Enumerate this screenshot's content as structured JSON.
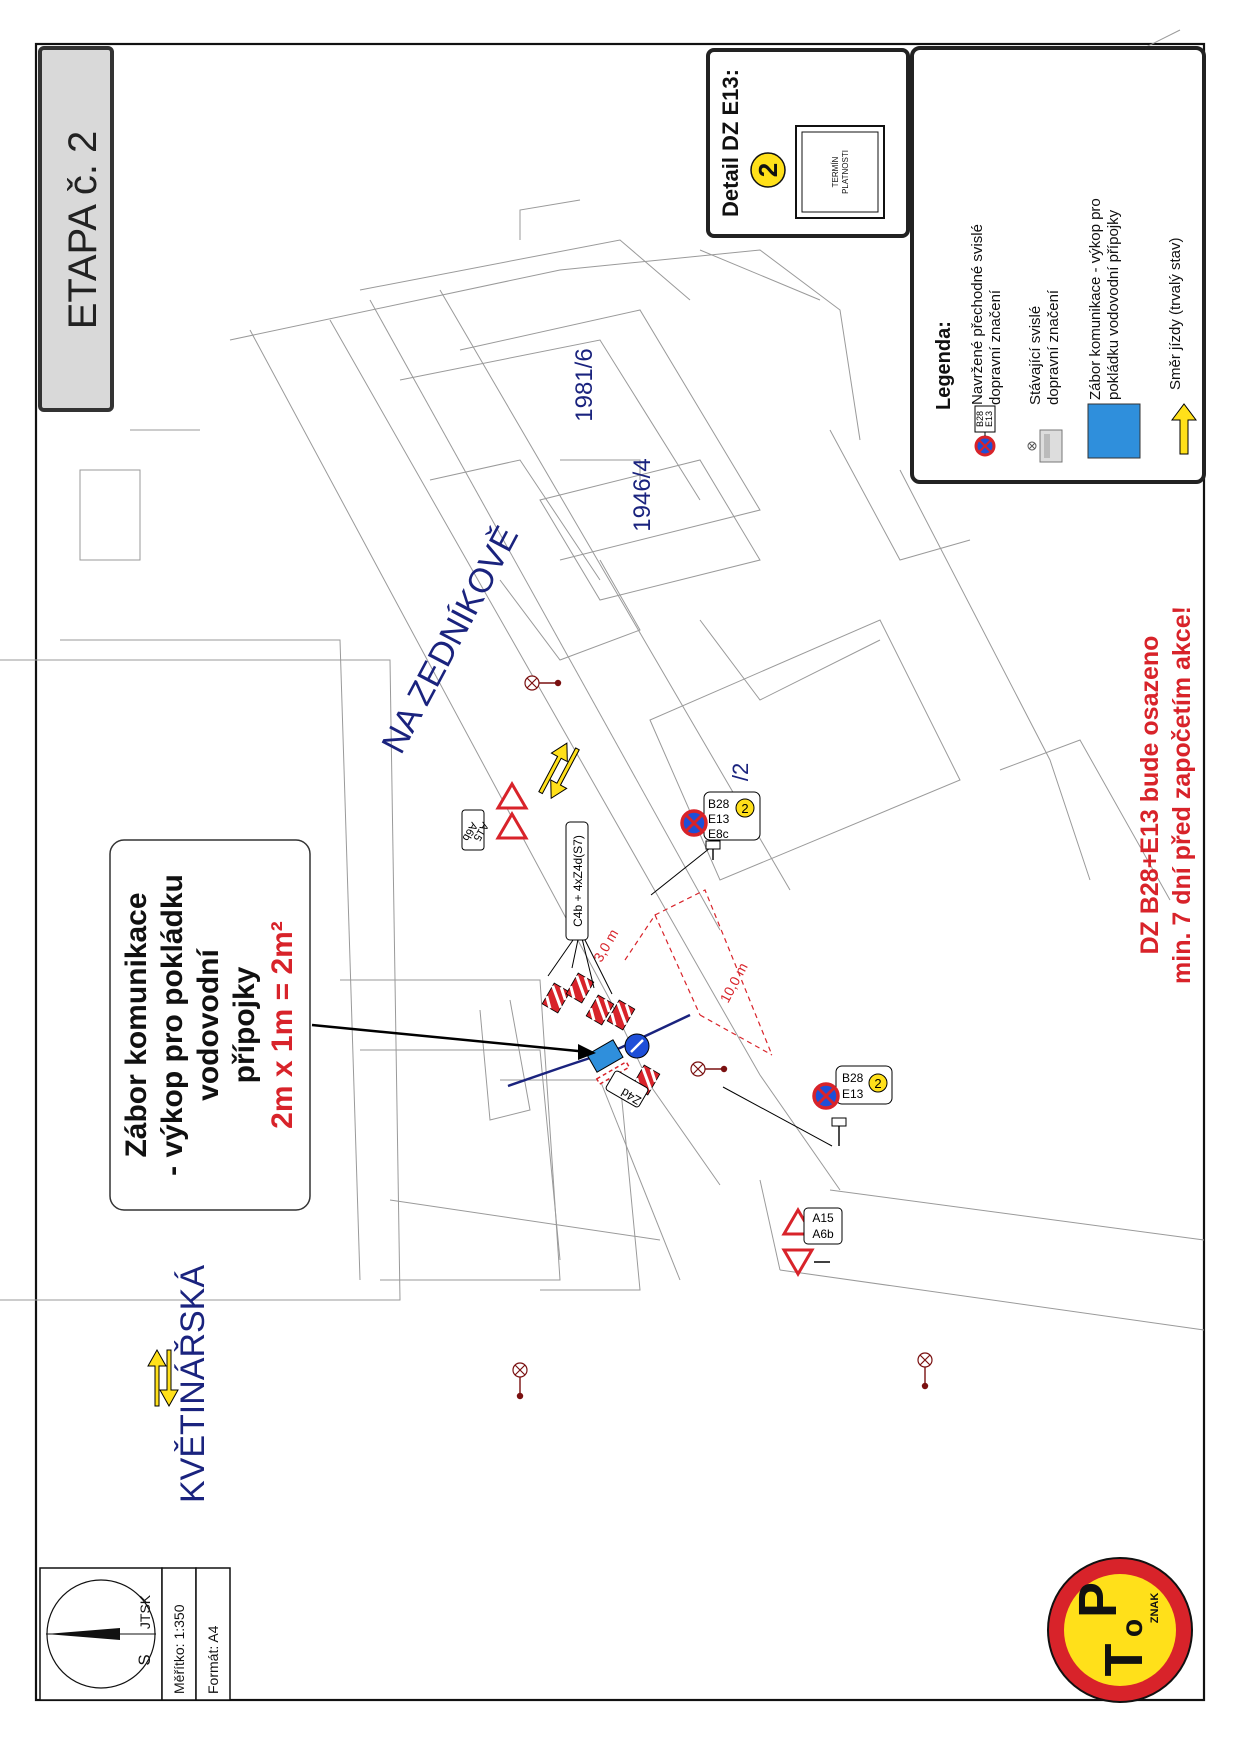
{
  "sheet": {
    "stage_title": "ETAPA č. 2",
    "scale": "Měřítko: 1:350",
    "format": "Formát: A4",
    "north": "S",
    "crs": "JTSK"
  },
  "streets": {
    "na_zednikove": "NA ZEDNÍKOVĚ",
    "kvetinarska": "KVĚTINÁŘSKÁ"
  },
  "parcels": [
    "1981/6",
    "1946/4",
    "/2"
  ],
  "callout": {
    "line1": "Zábor komunikace",
    "line2": "- výkop pro pokládku",
    "line3": "vodovodní",
    "line4": "přípojky",
    "area": "2m x 1m = 2m²"
  },
  "notice": {
    "line1": "DZ B28+E13 bude osazeno",
    "line2": "min. 7 dní před započetím akce!"
  },
  "detail": {
    "title": "Detail DZ E13:",
    "number": "2",
    "plate_line1": "TERMÍN",
    "plate_line2": "PLATNOSTI"
  },
  "legend": {
    "title": "Legenda:",
    "items": [
      {
        "text1": "Navržené přechodné svislé",
        "text2": "dopravní značení"
      },
      {
        "text1": "Stávající svislé",
        "text2": "dopravní značení"
      },
      {
        "text1": "Zábor komunikace - výkop pro",
        "text2": "pokládku vodovodní přípojky"
      },
      {
        "text1": "Směr jízdy (trvalý stav)",
        "text2": ""
      }
    ],
    "sign_code1": "B28",
    "sign_code2": "E13"
  },
  "signs": {
    "b28": "B28",
    "e13": "E13",
    "e8c": "E8c",
    "num": "2",
    "a15": "A15",
    "a6b": "A6b",
    "z4d": "Z4d",
    "c4b_group": "C4b + 4xZ4d(S7)"
  },
  "dimensions": {
    "d1": "3,0 m",
    "d2": "10,0 m"
  },
  "logo": {
    "top": "T",
    "o": "o",
    "p": "P",
    "znak": "ZNAK"
  },
  "colors": {
    "navy": "#1a237e",
    "red": "#d8232a",
    "sign_blue": "#1e4fd8",
    "work_blue": "#2f8fdc",
    "yellow": "#ffe01a"
  }
}
